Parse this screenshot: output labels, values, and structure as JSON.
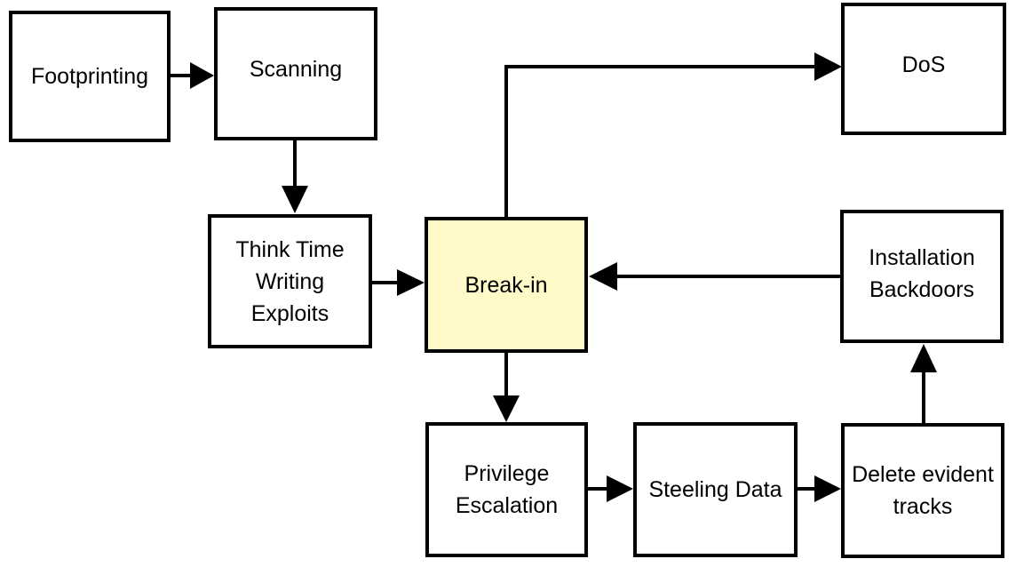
{
  "diagram": {
    "colors": {
      "stroke": "#000000",
      "highlight_fill": "#fffac8",
      "fill": "#ffffff"
    },
    "nodes": {
      "footprinting": "Footprinting",
      "scanning": "Scanning",
      "think_time": "Think Time\nWriting\nExploits",
      "break_in": "Break-in",
      "dos": "DoS",
      "installation": "Installation\nBackdoors",
      "privilege": "Privilege\nEscalation",
      "steeling": "Steeling Data",
      "delete_tracks": "Delete evident\ntracks"
    },
    "edges": [
      [
        "footprinting",
        "scanning"
      ],
      [
        "scanning",
        "think_time"
      ],
      [
        "think_time",
        "break_in"
      ],
      [
        "break_in",
        "dos"
      ],
      [
        "break_in",
        "privilege"
      ],
      [
        "privilege",
        "steeling"
      ],
      [
        "steeling",
        "delete_tracks"
      ],
      [
        "delete_tracks",
        "installation"
      ],
      [
        "installation",
        "break_in"
      ]
    ]
  }
}
